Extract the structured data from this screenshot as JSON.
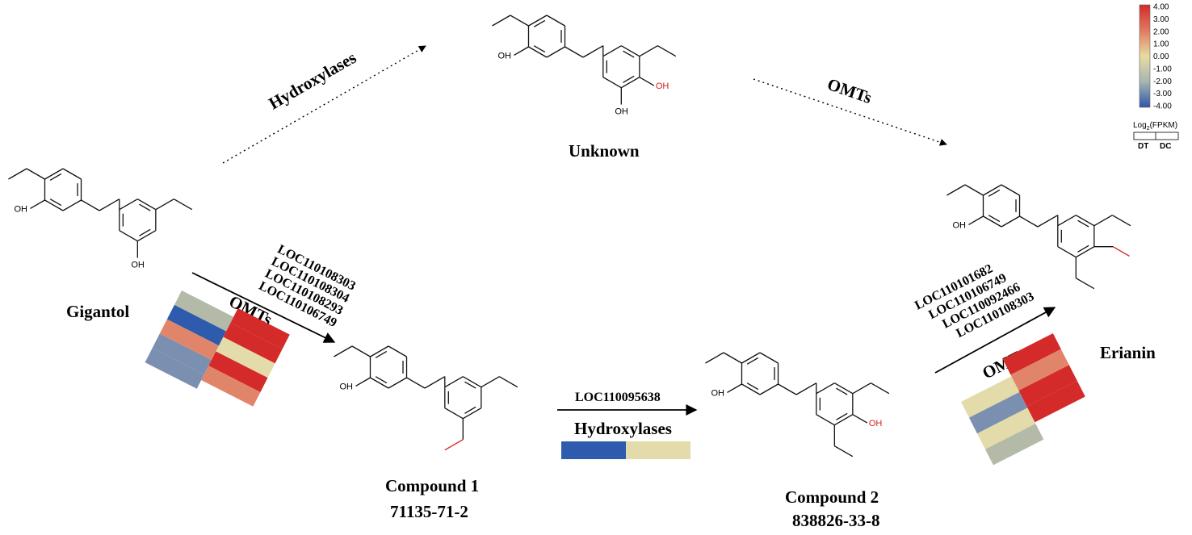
{
  "colors": {
    "red_strong": "#d42a2a",
    "red_light": "#e0856a",
    "cream": "#e3dbaa",
    "gray_green": "#b3bba8",
    "blue": "#2e5bad",
    "slate": "#7b8fb0",
    "highlight": "#d42020"
  },
  "compounds": {
    "gigantol": {
      "name": "Gigantol"
    },
    "unknown": {
      "name": "Unknown"
    },
    "compound1": {
      "name": "Compound 1",
      "cas": "71135-71-2"
    },
    "compound2": {
      "name": "Compound 2",
      "cas": "838826-33-8"
    },
    "erianin": {
      "name": "Erianin"
    }
  },
  "atoms": {
    "oh": "OH"
  },
  "reactions": {
    "hydroxylases_top": {
      "enzyme": "Hydroxylases"
    },
    "omts_top": {
      "enzyme": "OMTs"
    },
    "omts_step1": {
      "enzyme": "OMTs",
      "genes": [
        "LOC110108303",
        "LOC110108304",
        "LOC110108293",
        "LOC110106749"
      ],
      "heatmap": [
        [
          "gray_green",
          "red_strong"
        ],
        [
          "blue",
          "red_strong"
        ],
        [
          "red_light",
          "cream"
        ],
        [
          "slate",
          "red_strong"
        ],
        [
          "slate",
          "red_light"
        ]
      ]
    },
    "hydroxylase_step2": {
      "enzyme": "Hydroxylases",
      "genes": [
        "LOC110095638"
      ],
      "heatmap": [
        [
          "blue",
          "cream"
        ]
      ]
    },
    "omts_step3": {
      "enzyme": "OMTs",
      "genes": [
        "LOC110101682",
        "LOC110106749",
        "LOC110092466",
        "LOC110108303"
      ],
      "heatmap": [
        [
          "cream",
          "red_strong"
        ],
        [
          "slate",
          "red_light"
        ],
        [
          "cream",
          "red_strong"
        ],
        [
          "gray_green",
          "red_strong"
        ]
      ]
    }
  },
  "legend": {
    "ticks": [
      "4.00",
      "3.00",
      "2.00",
      "1.00",
      "0.00",
      "-1.00",
      "-2.00",
      "-3.00",
      "-4.00"
    ],
    "title": "Log",
    "title_sub": "2",
    "title_rest": "(FPKM)",
    "columns": [
      "DT",
      "DC"
    ],
    "gradient": [
      "#d32a2a",
      "#e07a62",
      "#e8dba0",
      "#a6b6b2",
      "#2e55a8"
    ]
  }
}
